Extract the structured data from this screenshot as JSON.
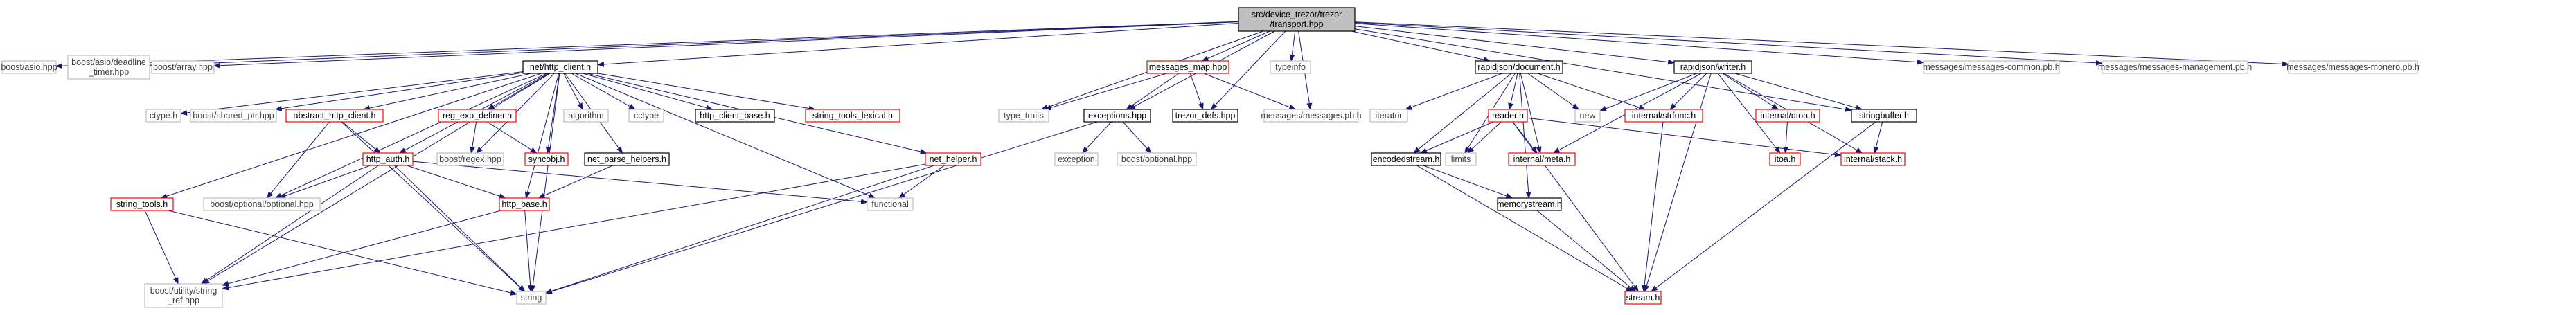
{
  "colors": {
    "edge": "#191970",
    "root_fill": "#bfbfbf",
    "root_border": "#000000",
    "doc_border": "#000000",
    "missing_border": "#bfbfbf",
    "truncated_border": "#ff0000",
    "text": "#000000",
    "text_missing": "#404040"
  },
  "nodes": [
    {
      "id": "root",
      "lines": [
        "src/device_trezor/trezor",
        "/transport.hpp"
      ],
      "kind": "root"
    },
    {
      "id": "asio",
      "lines": [
        "boost/asio.hpp"
      ],
      "kind": "missing"
    },
    {
      "id": "deadline",
      "lines": [
        "boost/asio/deadline",
        "_timer.hpp"
      ],
      "kind": "missing"
    },
    {
      "id": "array",
      "lines": [
        "boost/array.hpp"
      ],
      "kind": "missing"
    },
    {
      "id": "http_client",
      "lines": [
        "net/http_client.h"
      ],
      "kind": "doc"
    },
    {
      "id": "messages_map",
      "lines": [
        "messages_map.hpp"
      ],
      "kind": "truncated"
    },
    {
      "id": "typeinfo",
      "lines": [
        "typeinfo"
      ],
      "kind": "missing"
    },
    {
      "id": "rj_document",
      "lines": [
        "rapidjson/document.h"
      ],
      "kind": "doc"
    },
    {
      "id": "rj_writer",
      "lines": [
        "rapidjson/writer.h"
      ],
      "kind": "doc"
    },
    {
      "id": "msg_common",
      "lines": [
        "messages/messages-common.pb.h"
      ],
      "kind": "missing"
    },
    {
      "id": "msg_mgmt",
      "lines": [
        "messages/messages-management.pb.h"
      ],
      "kind": "missing"
    },
    {
      "id": "msg_monero",
      "lines": [
        "messages/messages-monero.pb.h"
      ],
      "kind": "missing"
    },
    {
      "id": "ctype",
      "lines": [
        "ctype.h"
      ],
      "kind": "missing"
    },
    {
      "id": "shared_ptr",
      "lines": [
        "boost/shared_ptr.hpp"
      ],
      "kind": "missing"
    },
    {
      "id": "abstract_http",
      "lines": [
        "abstract_http_client.h"
      ],
      "kind": "truncated"
    },
    {
      "id": "regexp",
      "lines": [
        "reg_exp_definer.h"
      ],
      "kind": "truncated"
    },
    {
      "id": "algorithm",
      "lines": [
        "algorithm"
      ],
      "kind": "missing"
    },
    {
      "id": "cctype",
      "lines": [
        "cctype"
      ],
      "kind": "missing"
    },
    {
      "id": "http_client_base",
      "lines": [
        "http_client_base.h"
      ],
      "kind": "doc"
    },
    {
      "id": "string_tools_lexical",
      "lines": [
        "string_tools_lexical.h"
      ],
      "kind": "truncated"
    },
    {
      "id": "type_traits",
      "lines": [
        "type_traits"
      ],
      "kind": "missing"
    },
    {
      "id": "exceptions",
      "lines": [
        "exceptions.hpp"
      ],
      "kind": "doc"
    },
    {
      "id": "trezor_defs",
      "lines": [
        "trezor_defs.hpp"
      ],
      "kind": "doc"
    },
    {
      "id": "messages_pb",
      "lines": [
        "messages/messages.pb.h"
      ],
      "kind": "missing"
    },
    {
      "id": "iterator",
      "lines": [
        "iterator"
      ],
      "kind": "missing"
    },
    {
      "id": "reader",
      "lines": [
        "reader.h"
      ],
      "kind": "truncated"
    },
    {
      "id": "new",
      "lines": [
        "new"
      ],
      "kind": "missing"
    },
    {
      "id": "strfunc",
      "lines": [
        "internal/strfunc.h"
      ],
      "kind": "truncated"
    },
    {
      "id": "dtoa",
      "lines": [
        "internal/dtoa.h"
      ],
      "kind": "truncated"
    },
    {
      "id": "stringbuffer",
      "lines": [
        "stringbuffer.h"
      ],
      "kind": "doc"
    },
    {
      "id": "net_helper",
      "lines": [
        "net_helper.h"
      ],
      "kind": "truncated"
    },
    {
      "id": "http_auth",
      "lines": [
        "http_auth.h"
      ],
      "kind": "truncated"
    },
    {
      "id": "boost_regex",
      "lines": [
        "boost/regex.hpp"
      ],
      "kind": "missing"
    },
    {
      "id": "syncobj",
      "lines": [
        "syncobj.h"
      ],
      "kind": "truncated"
    },
    {
      "id": "net_parse",
      "lines": [
        "net_parse_helpers.h"
      ],
      "kind": "doc"
    },
    {
      "id": "exception",
      "lines": [
        "exception"
      ],
      "kind": "missing"
    },
    {
      "id": "boost_optional",
      "lines": [
        "boost/optional.hpp"
      ],
      "kind": "missing"
    },
    {
      "id": "encodedstream",
      "lines": [
        "encodedstream.h"
      ],
      "kind": "doc"
    },
    {
      "id": "limits",
      "lines": [
        "limits"
      ],
      "kind": "missing"
    },
    {
      "id": "meta",
      "lines": [
        "internal/meta.h"
      ],
      "kind": "truncated"
    },
    {
      "id": "itoa",
      "lines": [
        "itoa.h"
      ],
      "kind": "truncated"
    },
    {
      "id": "stack",
      "lines": [
        "internal/stack.h"
      ],
      "kind": "truncated"
    },
    {
      "id": "string_tools",
      "lines": [
        "string_tools.h"
      ],
      "kind": "truncated"
    },
    {
      "id": "optional_optional",
      "lines": [
        "boost/optional/optional.hpp"
      ],
      "kind": "missing"
    },
    {
      "id": "functional",
      "lines": [
        "functional"
      ],
      "kind": "missing"
    },
    {
      "id": "http_base",
      "lines": [
        "http_base.h"
      ],
      "kind": "truncated"
    },
    {
      "id": "memorystream",
      "lines": [
        "memorystream.h"
      ],
      "kind": "doc"
    },
    {
      "id": "string_ref",
      "lines": [
        "boost/utility/string",
        "_ref.hpp"
      ],
      "kind": "missing"
    },
    {
      "id": "string",
      "lines": [
        "string"
      ],
      "kind": "missing"
    },
    {
      "id": "stream",
      "lines": [
        "stream.h"
      ],
      "kind": "truncated"
    }
  ],
  "edges": [
    [
      "root",
      "asio"
    ],
    [
      "root",
      "deadline"
    ],
    [
      "root",
      "array"
    ],
    [
      "root",
      "http_client"
    ],
    [
      "root",
      "messages_map"
    ],
    [
      "root",
      "typeinfo"
    ],
    [
      "root",
      "rj_document"
    ],
    [
      "root",
      "rj_writer"
    ],
    [
      "root",
      "msg_common"
    ],
    [
      "root",
      "msg_mgmt"
    ],
    [
      "root",
      "msg_monero"
    ],
    [
      "root",
      "type_traits"
    ],
    [
      "root",
      "exceptions"
    ],
    [
      "root",
      "trezor_defs"
    ],
    [
      "root",
      "messages_pb"
    ],
    [
      "root",
      "stringbuffer"
    ],
    [
      "http_client",
      "ctype"
    ],
    [
      "http_client",
      "shared_ptr"
    ],
    [
      "http_client",
      "abstract_http"
    ],
    [
      "http_client",
      "regexp"
    ],
    [
      "http_client",
      "algorithm"
    ],
    [
      "http_client",
      "cctype"
    ],
    [
      "http_client",
      "http_client_base"
    ],
    [
      "http_client",
      "string_tools_lexical"
    ],
    [
      "http_client",
      "net_helper"
    ],
    [
      "http_client",
      "http_auth"
    ],
    [
      "http_client",
      "boost_regex"
    ],
    [
      "http_client",
      "syncobj"
    ],
    [
      "http_client",
      "net_parse"
    ],
    [
      "http_client",
      "string_tools"
    ],
    [
      "http_client",
      "optional_optional"
    ],
    [
      "http_client",
      "functional"
    ],
    [
      "http_client",
      "http_base"
    ],
    [
      "http_client",
      "string_ref"
    ],
    [
      "http_client",
      "string"
    ],
    [
      "abstract_http",
      "http_auth"
    ],
    [
      "abstract_http",
      "optional_optional"
    ],
    [
      "abstract_http",
      "string"
    ],
    [
      "regexp",
      "boost_regex"
    ],
    [
      "regexp",
      "syncobj"
    ],
    [
      "http_auth",
      "optional_optional"
    ],
    [
      "http_auth",
      "functional"
    ],
    [
      "http_auth",
      "http_base"
    ],
    [
      "http_auth",
      "string_ref"
    ],
    [
      "http_auth",
      "string"
    ],
    [
      "net_parse",
      "http_base"
    ],
    [
      "net_helper",
      "functional"
    ],
    [
      "net_helper",
      "string_ref"
    ],
    [
      "net_helper",
      "string"
    ],
    [
      "string_tools",
      "string_ref"
    ],
    [
      "string_tools",
      "string"
    ],
    [
      "http_base",
      "string_ref"
    ],
    [
      "http_base",
      "string"
    ],
    [
      "messages_map",
      "type_traits"
    ],
    [
      "messages_map",
      "exceptions"
    ],
    [
      "messages_map",
      "trezor_defs"
    ],
    [
      "messages_map",
      "messages_pb"
    ],
    [
      "exceptions",
      "exception"
    ],
    [
      "exceptions",
      "boost_optional"
    ],
    [
      "exceptions",
      "string"
    ],
    [
      "rj_document",
      "iterator"
    ],
    [
      "rj_document",
      "reader"
    ],
    [
      "rj_document",
      "new"
    ],
    [
      "rj_document",
      "strfunc"
    ],
    [
      "rj_document",
      "encodedstream"
    ],
    [
      "rj_document",
      "limits"
    ],
    [
      "rj_document",
      "meta"
    ],
    [
      "rj_document",
      "memorystream"
    ],
    [
      "reader",
      "encodedstream"
    ],
    [
      "reader",
      "limits"
    ],
    [
      "reader",
      "meta"
    ],
    [
      "reader",
      "stack"
    ],
    [
      "reader",
      "stream"
    ],
    [
      "rj_writer",
      "new"
    ],
    [
      "rj_writer",
      "strfunc"
    ],
    [
      "rj_writer",
      "dtoa"
    ],
    [
      "rj_writer",
      "stringbuffer"
    ],
    [
      "rj_writer",
      "meta"
    ],
    [
      "rj_writer",
      "itoa"
    ],
    [
      "rj_writer",
      "stack"
    ],
    [
      "rj_writer",
      "stream"
    ],
    [
      "strfunc",
      "stream"
    ],
    [
      "dtoa",
      "itoa"
    ],
    [
      "stringbuffer",
      "stack"
    ],
    [
      "stringbuffer",
      "stream"
    ],
    [
      "encodedstream",
      "memorystream"
    ],
    [
      "encodedstream",
      "stream"
    ],
    [
      "memorystream",
      "stream"
    ]
  ]
}
